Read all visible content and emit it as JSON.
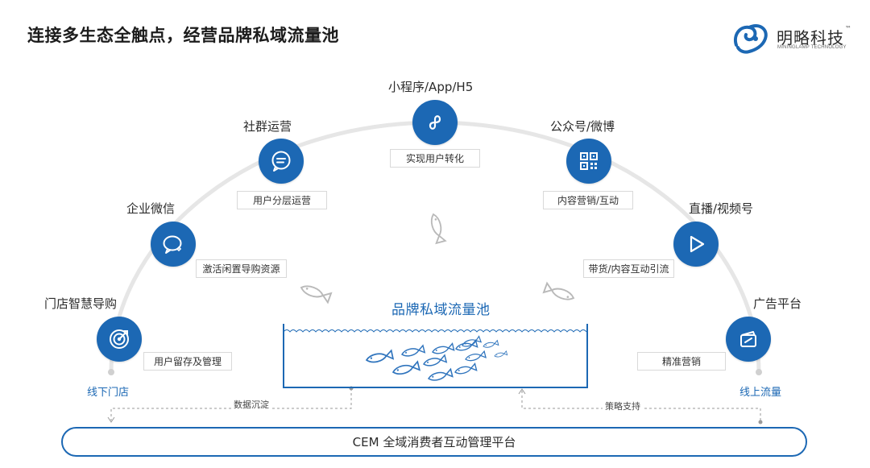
{
  "title": "连接多生态全触点，经营品牌私域流量池",
  "logo": {
    "name": "明略科技",
    "tagline": "MININGLAMP TECHNOLOGY",
    "tm": "™"
  },
  "nodes": [
    {
      "id": "store",
      "label": "门店智慧导购",
      "tag": "用户留存及管理",
      "icon": "target-icon"
    },
    {
      "id": "wecom",
      "label": "企业微信",
      "tag": "激活闲置导购资源",
      "icon": "chat-bubble-icon"
    },
    {
      "id": "community",
      "label": "社群运营",
      "tag": "用户分层运营",
      "icon": "message-icon"
    },
    {
      "id": "miniapp",
      "label": "小程序/App/H5",
      "tag": "实现用户转化",
      "icon": "mini-program-icon"
    },
    {
      "id": "official",
      "label": "公众号/微博",
      "tag": "内容营销/互动",
      "icon": "qr-code-icon"
    },
    {
      "id": "live",
      "label": "直播/视频号",
      "tag": "带货/内容互动引流",
      "icon": "play-icon"
    },
    {
      "id": "ads",
      "label": "广告平台",
      "tag": "精准营销",
      "icon": "ad-card-icon"
    }
  ],
  "pool": {
    "title": "品牌私域流量池"
  },
  "ends": {
    "left": "线下门店",
    "right": "线上流量"
  },
  "flows": {
    "left": "数据沉淀",
    "right": "策略支持"
  },
  "platform": {
    "label": "CEM 全域消费者互动管理平台"
  },
  "colors": {
    "accent": "#1c68b4",
    "arc": "#e6e6e6",
    "fish": "#2f74bd"
  }
}
